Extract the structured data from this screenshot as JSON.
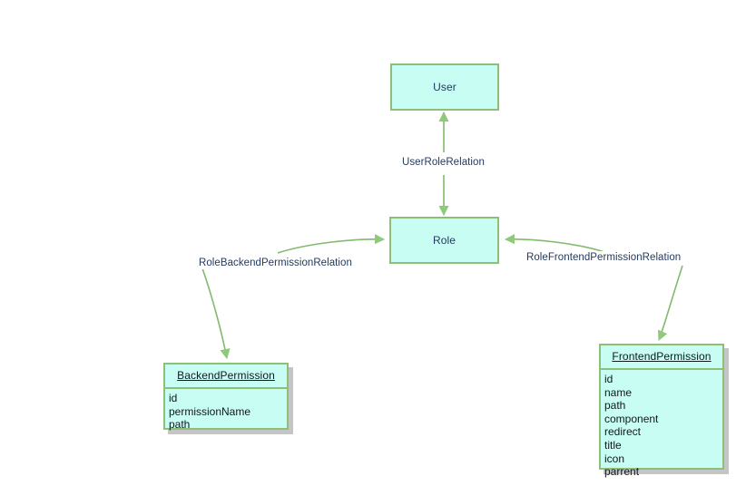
{
  "diagram": {
    "type": "uml-class-diagram",
    "background_color": "#ffffff",
    "box_fill_color": "#c8fdf3",
    "box_border_color": "#8cbf78",
    "edge_color": "#83b96d",
    "text_color": "#243a5e",
    "shadow_color": "#969696"
  },
  "entities": {
    "user": {
      "name": "User"
    },
    "role": {
      "name": "Role"
    },
    "backend_permission": {
      "name": "BackendPermission",
      "attributes": [
        "id",
        "permissionName",
        "path"
      ]
    },
    "frontend_permission": {
      "name": "FrontendPermission",
      "attributes": [
        "id",
        "name",
        "path",
        "component",
        "redirect",
        "title",
        "icon",
        "parrent"
      ]
    }
  },
  "relations": {
    "user_role": {
      "label": "UserRoleRelation",
      "from": "User",
      "to": "Role",
      "arrows": "both"
    },
    "role_backend": {
      "label": "RoleBackendPermissionRelation",
      "from": "Role",
      "to": "BackendPermission",
      "arrows": "both"
    },
    "role_frontend": {
      "label": "RoleFrontendPermissionRelation",
      "from": "Role",
      "to": "FrontendPermission",
      "arrows": "both"
    }
  }
}
